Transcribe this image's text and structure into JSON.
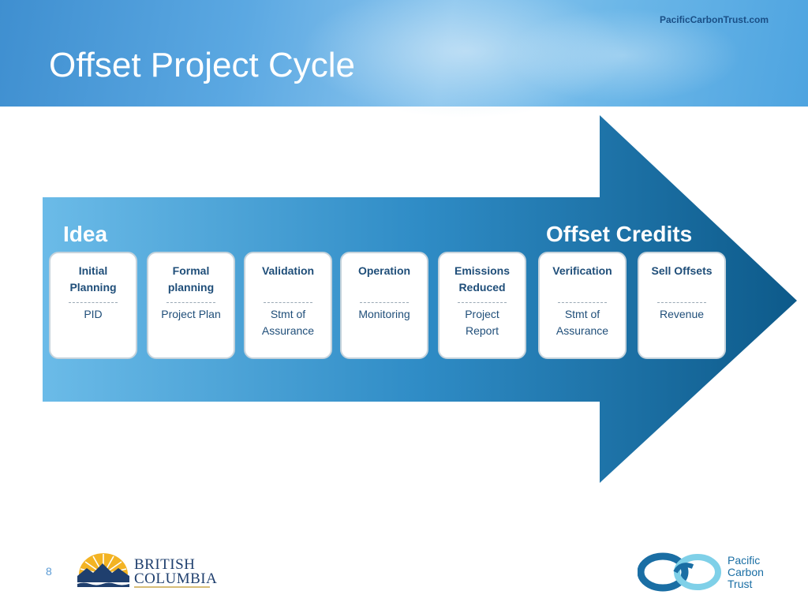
{
  "header": {
    "site_url": "PacificCarbonTrust.com",
    "title": "Offset Project Cycle"
  },
  "diagram": {
    "start_label": "Idea",
    "end_label": "Offset Credits",
    "steps": [
      {
        "title_line1": "Initial",
        "title_line2": "Planning",
        "output_line1": "PID",
        "output_line2": ""
      },
      {
        "title_line1": "Formal",
        "title_line2": "planning",
        "output_line1": "Project Plan",
        "output_line2": ""
      },
      {
        "title_line1": "Validation",
        "title_line2": "",
        "output_line1": "Stmt of",
        "output_line2": "Assurance"
      },
      {
        "title_line1": "Operation",
        "title_line2": "",
        "output_line1": "Monitoring",
        "output_line2": ""
      },
      {
        "title_line1": "Emissions",
        "title_line2": "Reduced",
        "output_line1": "Project",
        "output_line2": "Report"
      },
      {
        "title_line1": "Verification",
        "title_line2": "",
        "output_line1": "Stmt of",
        "output_line2": "Assurance"
      },
      {
        "title_line1": "Sell Offsets",
        "title_line2": "",
        "output_line1": "Revenue",
        "output_line2": ""
      }
    ]
  },
  "footer": {
    "page_number": "8",
    "bc_logo_line1": "BRITISH",
    "bc_logo_line2": "COLUMBIA",
    "pct_logo_line1": "Pacific",
    "pct_logo_line2": "Carbon",
    "pct_logo_line3": "Trust"
  },
  "colors": {
    "header_blue": "#5ba8e2",
    "arrow_light": "#5aaee0",
    "arrow_dark": "#0f5f8f",
    "step_text": "#1f4e79"
  }
}
